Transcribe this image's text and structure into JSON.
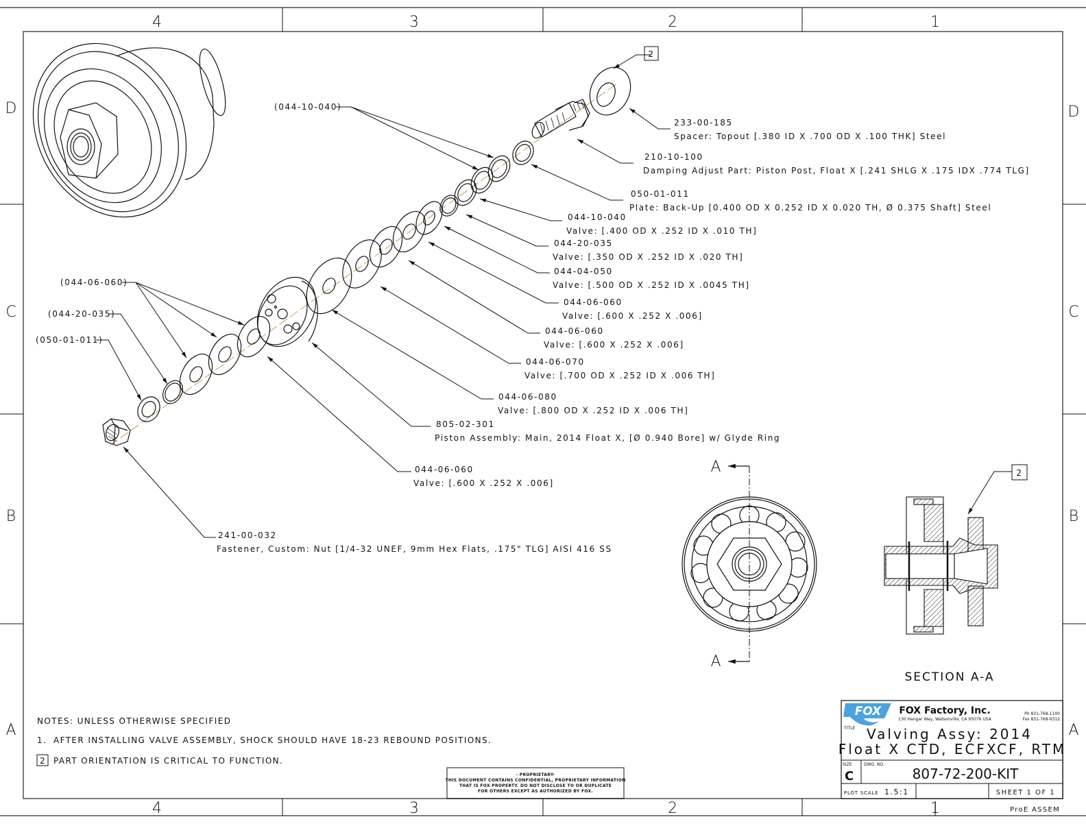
{
  "border": {
    "columns": [
      "4",
      "3",
      "2",
      "1"
    ],
    "rows": [
      "D",
      "C",
      "B",
      "A"
    ]
  },
  "callouts": [
    {
      "part_no": "233-00-185",
      "desc": "Spacer: Topout [.380 ID X .700 OD X .100 THK] Steel"
    },
    {
      "part_no": "210-10-100",
      "desc": "Damping Adjust Part: Piston Post, Float X [.241 SHLG X .175 IDX .774 TLG]"
    },
    {
      "part_no": "050-01-011",
      "desc": "Plate: Back-Up [0.400 OD X 0.252 ID X 0.020 TH, Ø 0.375 Shaft] Steel"
    },
    {
      "part_no": "044-10-040",
      "desc": "Valve: [.400 OD X .252 ID X .010 TH]"
    },
    {
      "part_no": "044-20-035",
      "desc": "Valve: [.350 OD X .252 ID X .020 TH]"
    },
    {
      "part_no": "044-04-050",
      "desc": "Valve: [.500 OD X .252 ID X .0045 TH]"
    },
    {
      "part_no": "044-06-060",
      "desc": "Valve: [.600 X .252 X .006]"
    },
    {
      "part_no": "044-06-060",
      "desc": "Valve: [.600 X .252 X .006]"
    },
    {
      "part_no": "044-06-070",
      "desc": "Valve: [.700 OD X .252 ID X .006 TH]"
    },
    {
      "part_no": "044-06-080",
      "desc": "Valve: [.800 OD X .252 ID X .006 TH]"
    },
    {
      "part_no": "805-02-301",
      "desc": "Piston Assembly: Main, 2014 Float X, [Ø 0.940 Bore] w/ Glyde Ring"
    },
    {
      "part_no": "044-06-060",
      "desc": "Valve: [.600 X .252 X .006]"
    },
    {
      "part_no": "241-00-032",
      "desc": "Fastener, Custom: Nut [1/4-32 UNEF, 9mm Hex Flats, .175\" TLG] AISI 416 SS"
    }
  ],
  "ref_callouts": [
    {
      "text": "(044-10-040)"
    },
    {
      "text": "(044-06-060)"
    },
    {
      "text": "(044-20-035)"
    },
    {
      "text": "(050-01-011)"
    }
  ],
  "flag_note": "2",
  "section": {
    "cut_letter": "A",
    "title": "SECTION  A-A"
  },
  "notes": {
    "heading": "NOTES: UNLESS OTHERWISE SPECIFIED",
    "items": [
      {
        "marker": "1.",
        "text": "AFTER INSTALLING VALVE ASSEMBLY, SHOCK SHOULD HAVE 18-23 REBOUND POSITIONS."
      },
      {
        "marker": "2",
        "text": "PART ORIENTATION IS CRITICAL TO FUNCTION."
      }
    ]
  },
  "proprietary": {
    "heading": "- PROPRIETARY-",
    "lines": [
      "THIS DOCUMENT CONTAINS CONFIDENTIAL, PROPRIETARY INFORMATION",
      "THAT IS FOX PROPERTY.  DO NOT DISCLOSE TO OR DUPLICATE",
      "FOR OTHERS EXCEPT AS AUTHORIZED BY FOX."
    ]
  },
  "title_block": {
    "company": "FOX Factory, Inc.",
    "address": "130 Hangar Way, Watsonville, CA 95076 USA",
    "phone": "Ph 831-768-1100",
    "fax": "Fax 831-768-9312",
    "title_label": "TITLE",
    "title_line1": "Valving Assy: 2014",
    "title_line2": "Float X CTD, ECFXCF, RTM",
    "size_label": "SIZE",
    "size": "C",
    "dwg_label": "DWG. NO.",
    "dwg_no": "807-72-200-KIT",
    "plot_scale_label": "PLOT SCALE",
    "plot_scale": "1.5:1",
    "sheet": "SHEET 1 OF 1",
    "software": "ProE ASSEM",
    "logo_color": "#4aa3df"
  },
  "colors": {
    "line": "#111111",
    "frame": "#7a7a7a",
    "axis": "#c89a5a"
  }
}
